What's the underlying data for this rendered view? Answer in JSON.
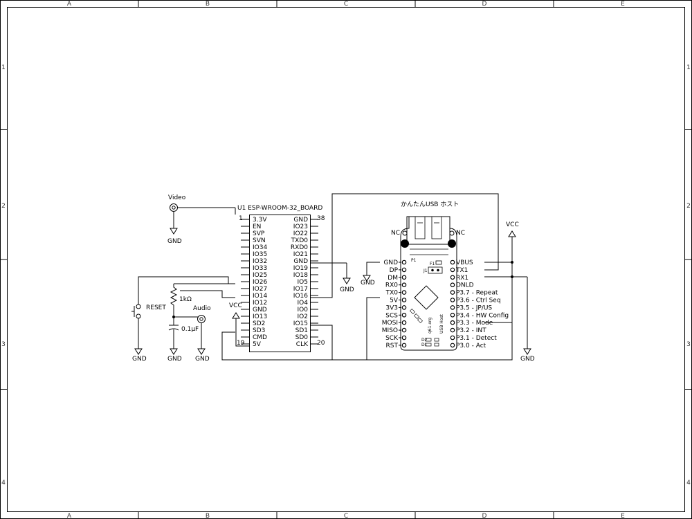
{
  "frame": {
    "columns": [
      "A",
      "B",
      "C",
      "D",
      "E"
    ],
    "rows": [
      "1",
      "2",
      "3",
      "4"
    ]
  },
  "u1": {
    "title": "U1 ESP-WROOM-32_BOARD",
    "left_pins": [
      "3.3V",
      "EN",
      "SVP",
      "SVN",
      "IO34",
      "IO35",
      "IO32",
      "IO33",
      "IO25",
      "IO26",
      "IO27",
      "IO14",
      "IO12",
      "GND",
      "IO13",
      "SD2",
      "SD3",
      "CMD",
      "5V"
    ],
    "right_pins": [
      "GND",
      "IO23",
      "IO22",
      "TXD0",
      "RXD0",
      "IO21",
      "GND",
      "IO19",
      "IO18",
      "IO5",
      "IO17",
      "IO16",
      "IO4",
      "IO0",
      "IO2",
      "IO15",
      "SD1",
      "SD0",
      "CLK"
    ],
    "pin_numbers": [
      "1",
      "38",
      "19",
      "20"
    ]
  },
  "usb": {
    "title": "かんたんUSB ホスト",
    "left_pins": [
      "GND",
      "DP",
      "DM",
      "RX0",
      "TX0",
      "5V",
      "3V3",
      "SCS",
      "MOSI",
      "MISO",
      "SCK",
      "RST"
    ],
    "right_pins": [
      "VBUS",
      "TX1",
      "RX1",
      "DNLD",
      "P3.7 - Repeat",
      "P3.6 - Ctrl Seq",
      "P3.5 - JP/US",
      "P3.4 - HW Config",
      "P3.3 - Mode",
      "P3.2 - INT",
      "P3.1 - Detect",
      "P3.0 - Act"
    ],
    "nc_left": "NC",
    "nc_right": "NC",
    "silk_p1": "P1",
    "silk_f1": "F1",
    "silk_j1": "J1",
    "silk_org": "q61.org",
    "silk_host": "USB Host",
    "silk_d1": "D1",
    "silk_d2": "D2"
  },
  "labels": {
    "video": "Video",
    "audio": "Audio",
    "reset": "RESET",
    "r1": "1kΩ",
    "c1": "0.1µF",
    "vcc": "VCC",
    "gnd": "GND"
  }
}
